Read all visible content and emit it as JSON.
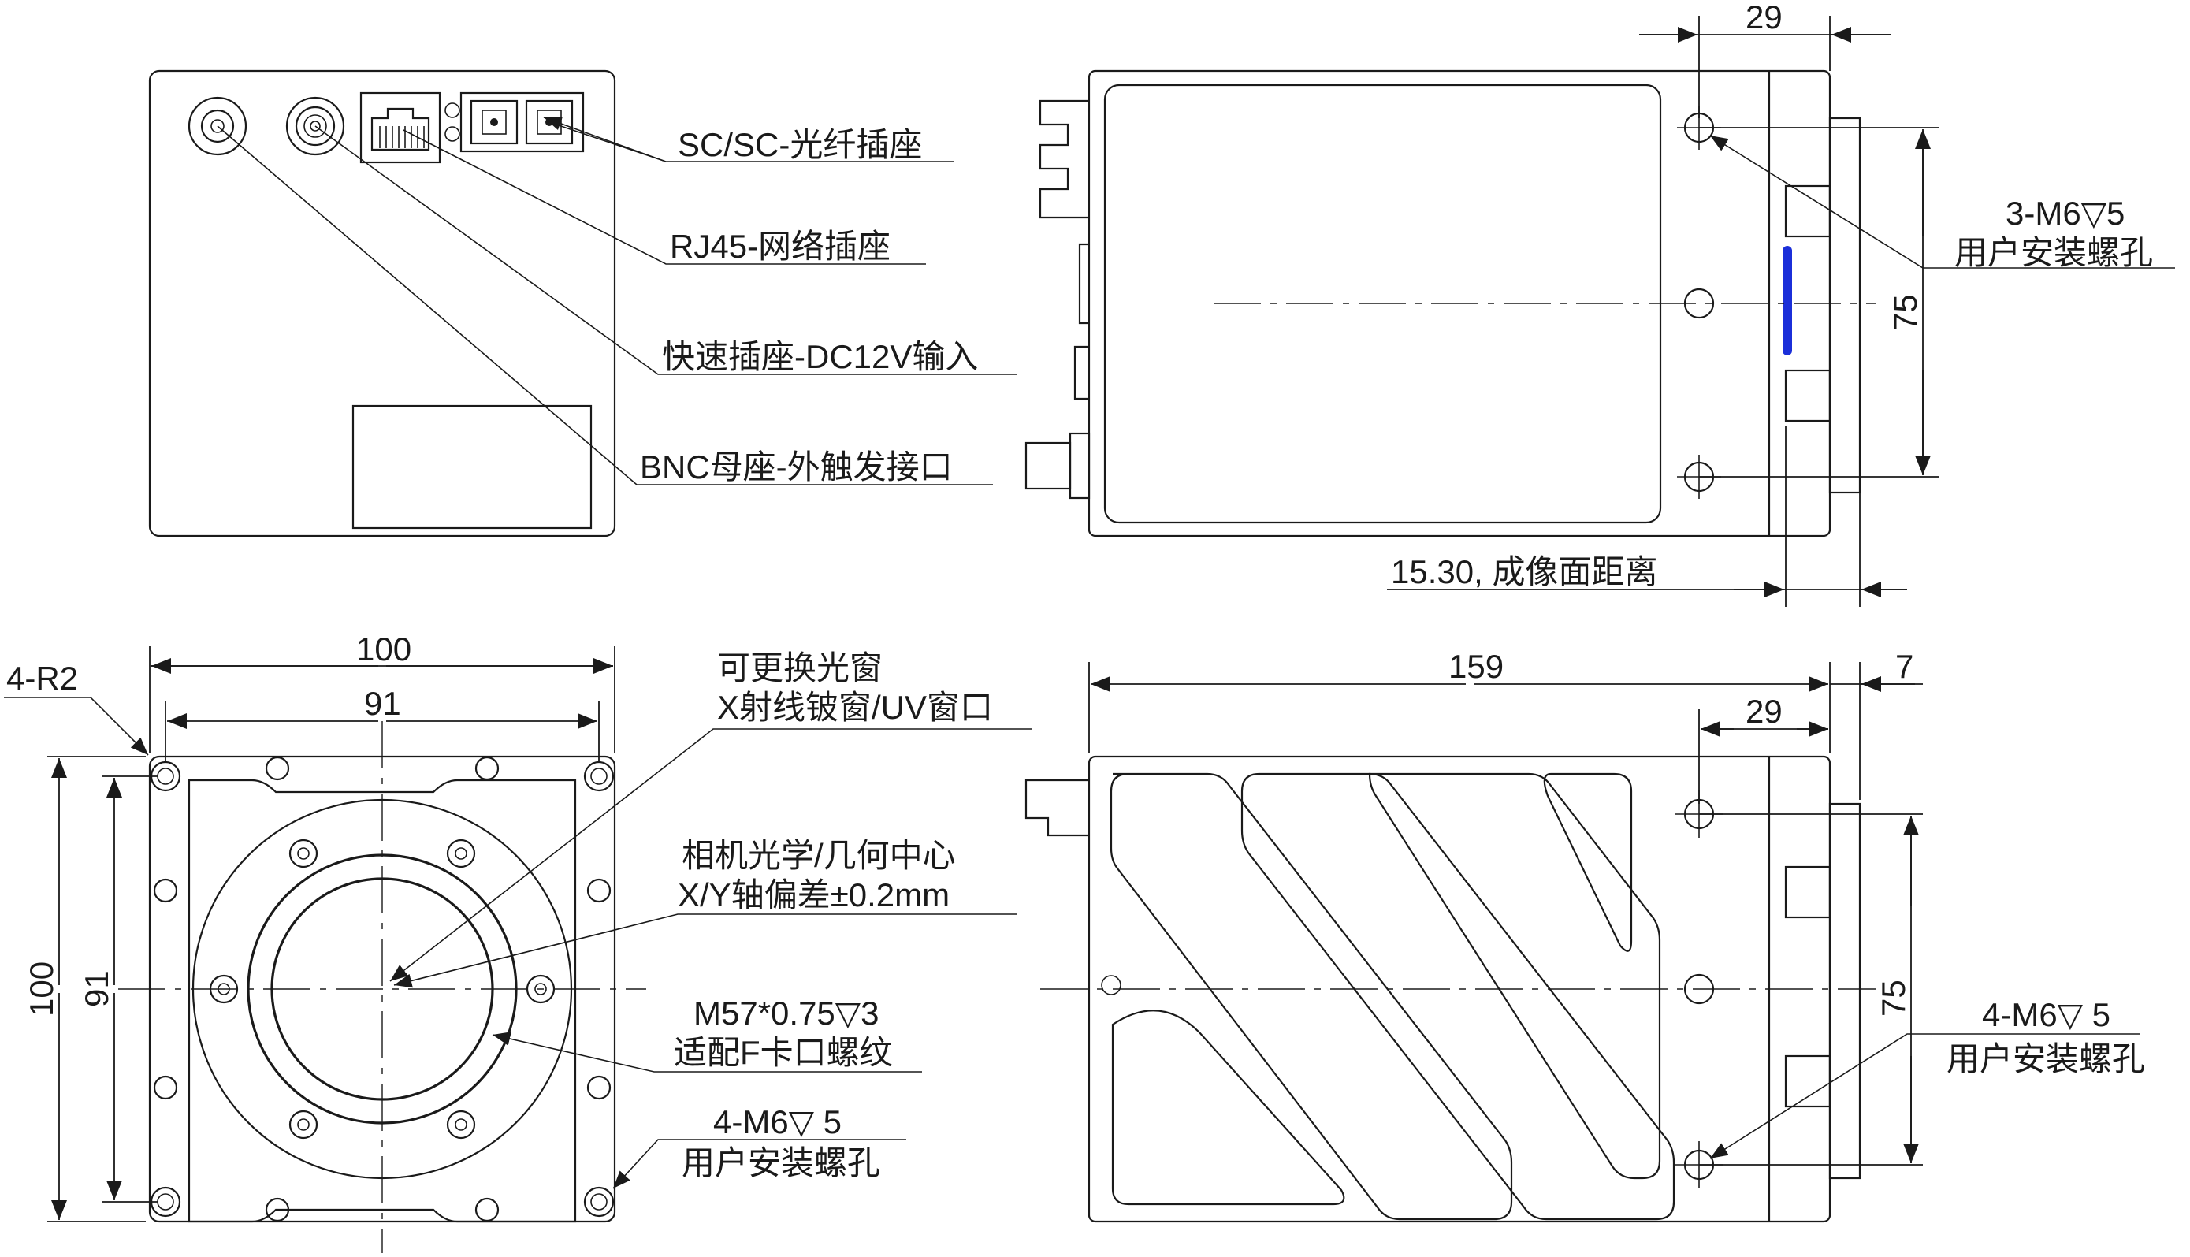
{
  "labels": {
    "sc_fiber": "SC/SC-光纤插座",
    "rj45": "RJ45-网络插座",
    "quick_dc": "快速插座-DC12V输入",
    "bnc": "BNC母座-外触发接口",
    "top_right_holes_line1": "3-M6▽5",
    "top_right_holes_line2": "用户安装螺孔",
    "focal": "15.30, 成像面距离",
    "corner_radius": "4-R2",
    "window_line1": "可更换光窗",
    "window_line2": "X射线铍窗/UV窗口",
    "center_line1": "相机光学/几何中心",
    "center_line2": "X/Y轴偏差±0.2mm",
    "mount_line1": "M57*0.75▽3",
    "mount_line2": "适配F卡口螺纹",
    "front_holes_line1": "4-M6▽ 5",
    "front_holes_line2": "用户安装螺孔",
    "side_holes_line1": "4-M6▽ 5",
    "side_holes_line2": "用户安装螺孔"
  },
  "dimensions": {
    "top_29": "29",
    "top_75": "75",
    "front_100_w": "100",
    "front_91_w": "91",
    "front_100_h": "100",
    "front_91_h": "91",
    "side_159": "159",
    "side_7": "7",
    "side_29": "29",
    "side_75": "75"
  }
}
